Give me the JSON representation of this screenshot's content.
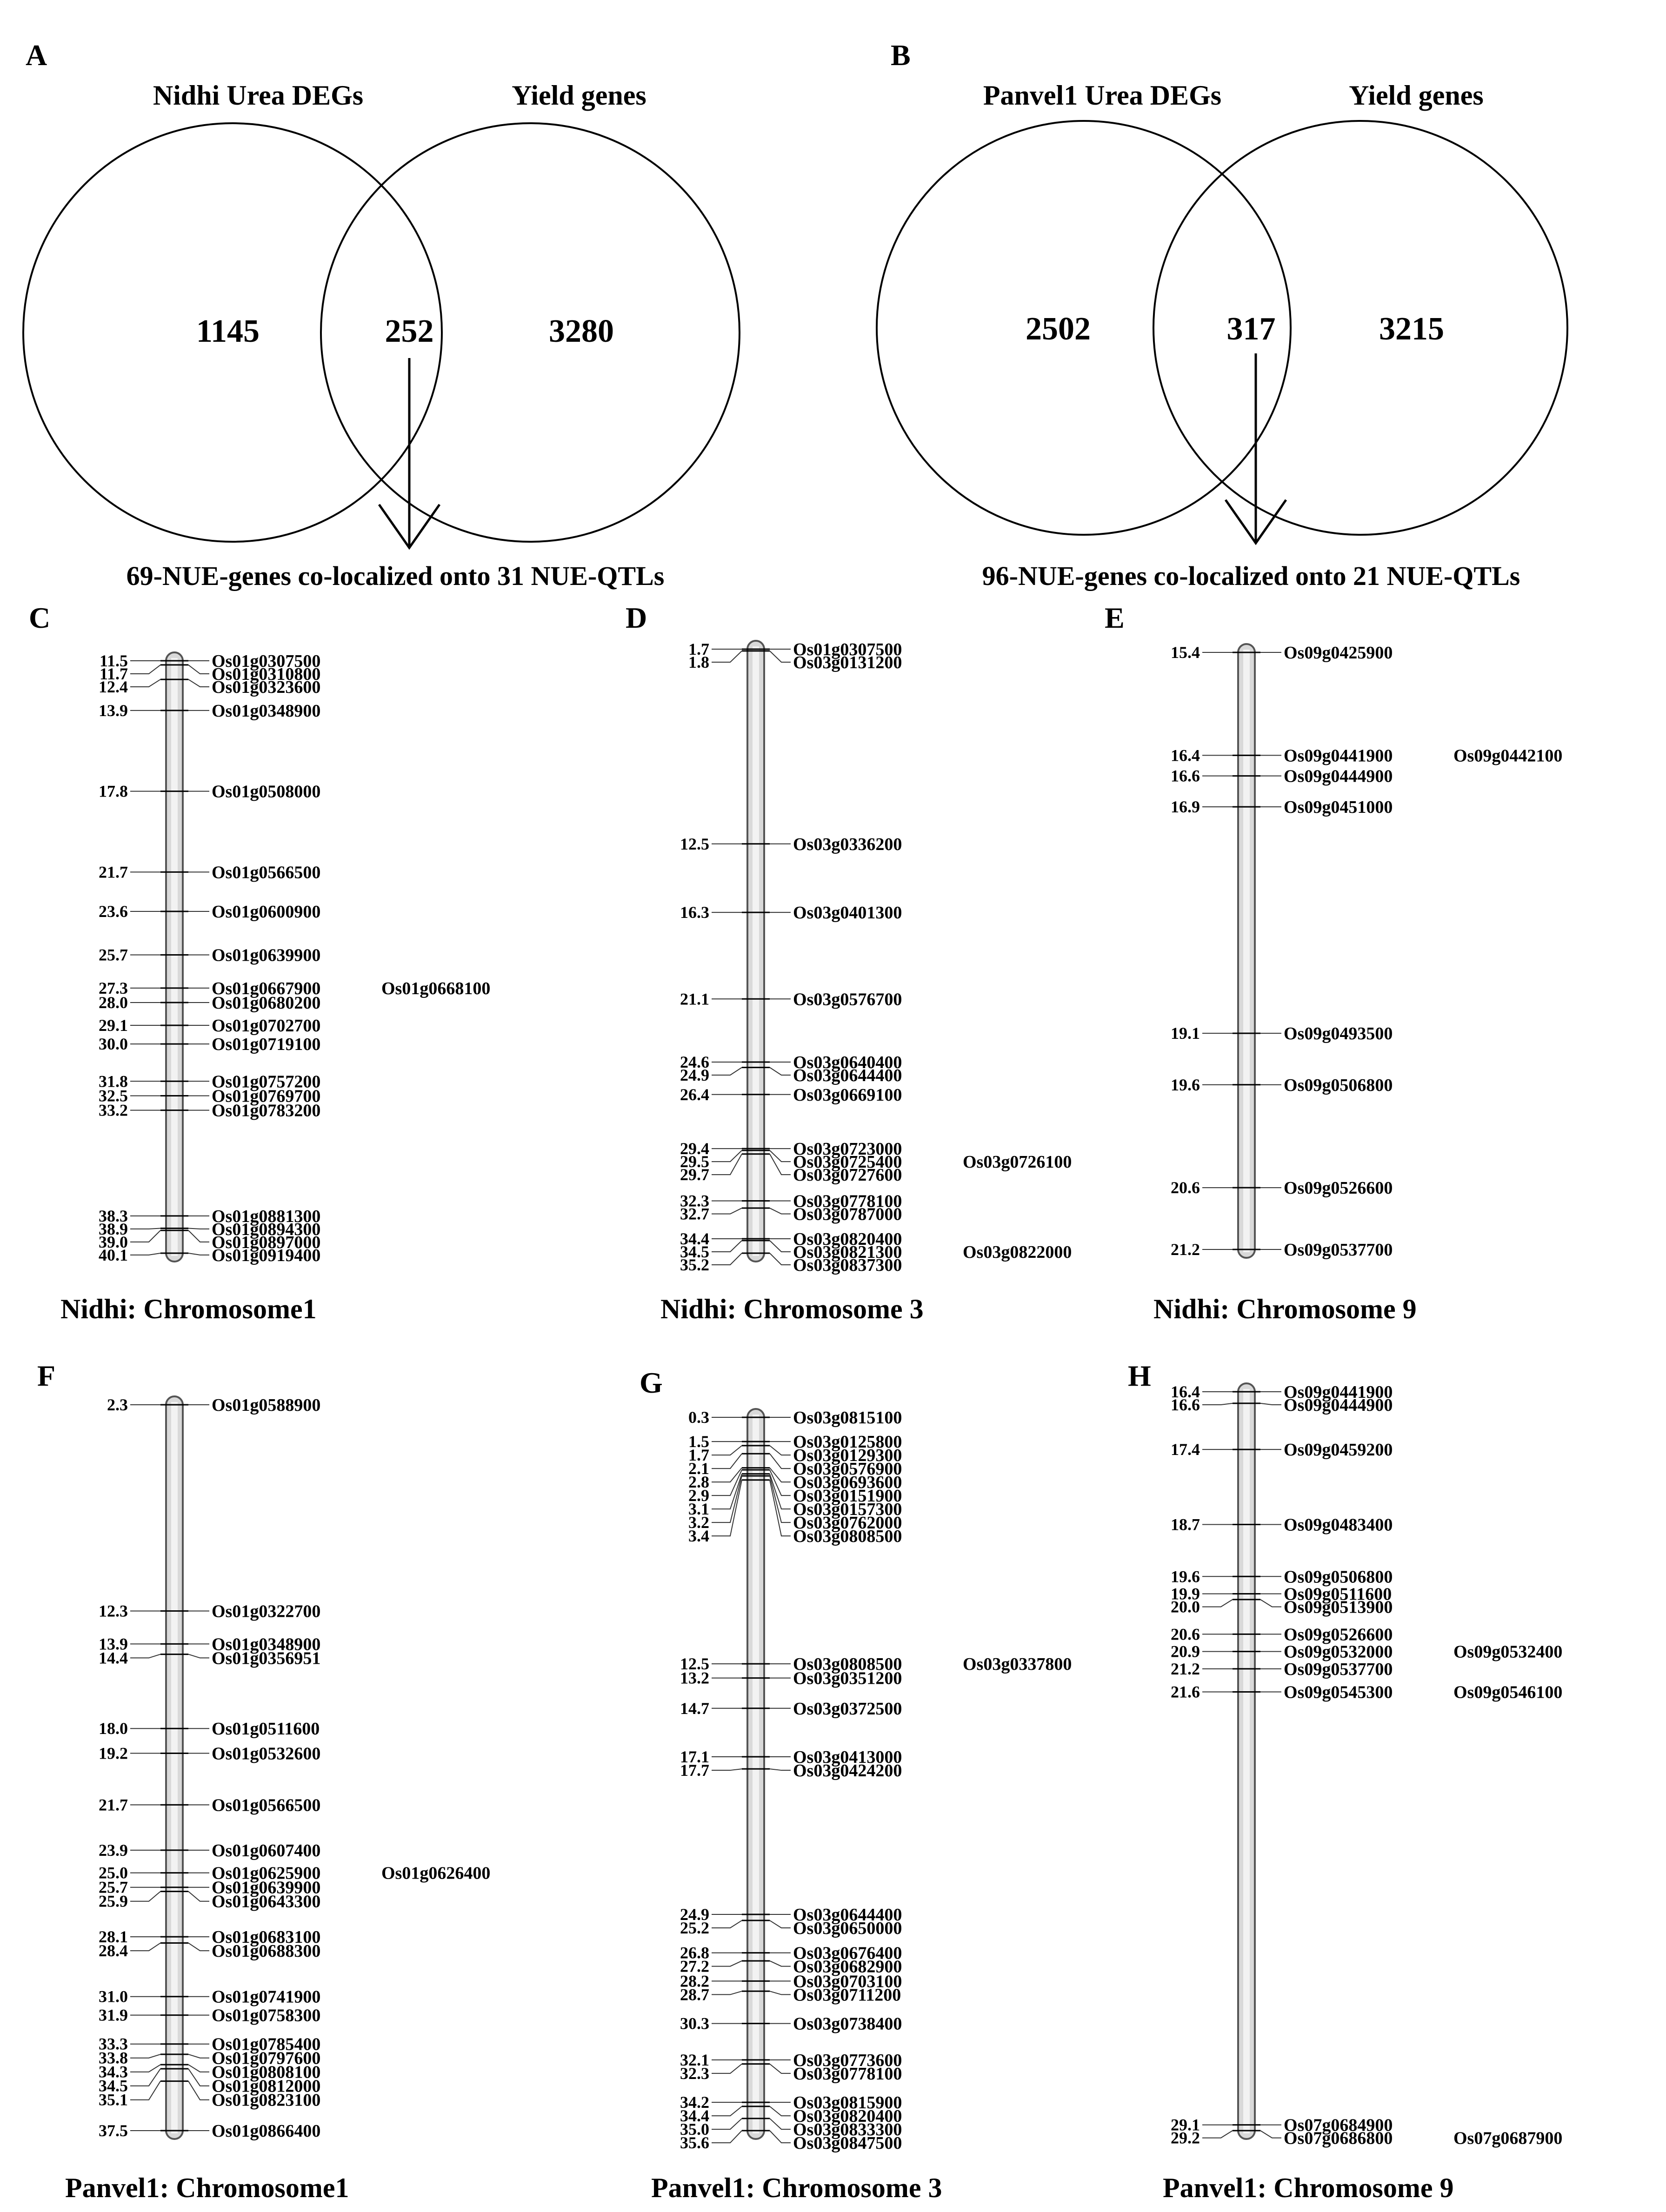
{
  "venns": [
    {
      "letter": "A",
      "left_set": "Nidhi Urea DEGs",
      "right_set": "Yield genes",
      "left_only": "1145",
      "overlap": "252",
      "right_only": "3280",
      "caption": "69-NUE-genes co-localized onto 31 NUE-QTLs"
    },
    {
      "letter": "B",
      "left_set": "Panvel1 Urea DEGs",
      "right_set": "Yield genes",
      "left_only": "2502",
      "overlap": "317",
      "right_only": "3215",
      "caption": "96-NUE-genes co-localized onto 21 NUE-QTLs"
    }
  ],
  "chromosomes": [
    {
      "letter": "C",
      "title": "Nidhi: Chromosome1",
      "markers": [
        {
          "pos": "11.5",
          "genes": [
            "Os01g0307500"
          ]
        },
        {
          "pos": "11.7",
          "genes": [
            "Os01g0310800"
          ]
        },
        {
          "pos": "12.4",
          "genes": [
            "Os01g0323600"
          ]
        },
        {
          "pos": "13.9",
          "genes": [
            "Os01g0348900"
          ]
        },
        {
          "pos": "17.8",
          "genes": [
            "Os01g0508000"
          ]
        },
        {
          "pos": "21.7",
          "genes": [
            "Os01g0566500"
          ]
        },
        {
          "pos": "23.6",
          "genes": [
            "Os01g0600900"
          ]
        },
        {
          "pos": "25.7",
          "genes": [
            "Os01g0639900"
          ]
        },
        {
          "pos": "27.3",
          "genes": [
            "Os01g0667900",
            "Os01g0668100"
          ]
        },
        {
          "pos": "28.0",
          "genes": [
            "Os01g0680200"
          ]
        },
        {
          "pos": "29.1",
          "genes": [
            "Os01g0702700"
          ]
        },
        {
          "pos": "30.0",
          "genes": [
            "Os01g0719100"
          ]
        },
        {
          "pos": "31.8",
          "genes": [
            "Os01g0757200"
          ]
        },
        {
          "pos": "32.5",
          "genes": [
            "Os01g0769700"
          ]
        },
        {
          "pos": "33.2",
          "genes": [
            "Os01g0783200"
          ]
        },
        {
          "pos": "38.3",
          "genes": [
            "Os01g0881300"
          ]
        },
        {
          "pos": "38.9",
          "genes": [
            "Os01g0894300"
          ]
        },
        {
          "pos": "39.0",
          "genes": [
            "Os01g0897000"
          ]
        },
        {
          "pos": "40.1",
          "genes": [
            "Os01g0919400"
          ]
        }
      ]
    },
    {
      "letter": "D",
      "title": "Nidhi: Chromosome 3",
      "markers": [
        {
          "pos": "1.7",
          "genes": [
            "Os01g0307500"
          ]
        },
        {
          "pos": "1.8",
          "genes": [
            "Os03g0131200"
          ]
        },
        {
          "pos": "12.5",
          "genes": [
            "Os03g0336200"
          ]
        },
        {
          "pos": "16.3",
          "genes": [
            "Os03g0401300"
          ]
        },
        {
          "pos": "21.1",
          "genes": [
            "Os03g0576700"
          ]
        },
        {
          "pos": "24.6",
          "genes": [
            "Os03g0640400"
          ]
        },
        {
          "pos": "24.9",
          "genes": [
            "Os03g0644400"
          ]
        },
        {
          "pos": "26.4",
          "genes": [
            "Os03g0669100"
          ]
        },
        {
          "pos": "29.4",
          "genes": [
            "Os03g0723000"
          ]
        },
        {
          "pos": "29.5",
          "genes": [
            "Os03g0725400",
            "Os03g0726100"
          ]
        },
        {
          "pos": "29.7",
          "genes": [
            "Os03g0727600"
          ]
        },
        {
          "pos": "32.3",
          "genes": [
            "Os03g0778100"
          ]
        },
        {
          "pos": "32.7",
          "genes": [
            "Os03g0787000"
          ]
        },
        {
          "pos": "34.4",
          "genes": [
            "Os03g0820400"
          ]
        },
        {
          "pos": "34.5",
          "genes": [
            "Os03g0821300",
            "Os03g0822000"
          ]
        },
        {
          "pos": "35.2",
          "genes": [
            "Os03g0837300"
          ]
        }
      ]
    },
    {
      "letter": "E",
      "title": "Nidhi: Chromosome 9",
      "markers": [
        {
          "pos": "15.4",
          "genes": [
            "Os09g0425900"
          ]
        },
        {
          "pos": "16.4",
          "genes": [
            "Os09g0441900",
            "Os09g0442100"
          ]
        },
        {
          "pos": "16.6",
          "genes": [
            "Os09g0444900"
          ]
        },
        {
          "pos": "16.9",
          "genes": [
            "Os09g0451000"
          ]
        },
        {
          "pos": "19.1",
          "genes": [
            "Os09g0493500"
          ]
        },
        {
          "pos": "19.6",
          "genes": [
            "Os09g0506800"
          ]
        },
        {
          "pos": "20.6",
          "genes": [
            "Os09g0526600"
          ]
        },
        {
          "pos": "21.2",
          "genes": [
            "Os09g0537700"
          ]
        }
      ]
    },
    {
      "letter": "F",
      "title": "Panvel1: Chromosome1",
      "markers": [
        {
          "pos": "2.3",
          "genes": [
            "Os01g0588900"
          ]
        },
        {
          "pos": "12.3",
          "genes": [
            "Os01g0322700"
          ]
        },
        {
          "pos": "13.9",
          "genes": [
            "Os01g0348900"
          ]
        },
        {
          "pos": "14.4",
          "genes": [
            "Os01g0356951"
          ]
        },
        {
          "pos": "18.0",
          "genes": [
            "Os01g0511600"
          ]
        },
        {
          "pos": "19.2",
          "genes": [
            "Os01g0532600"
          ]
        },
        {
          "pos": "21.7",
          "genes": [
            "Os01g0566500"
          ]
        },
        {
          "pos": "23.9",
          "genes": [
            "Os01g0607400"
          ]
        },
        {
          "pos": "25.0",
          "genes": [
            "Os01g0625900",
            "Os01g0626400"
          ]
        },
        {
          "pos": "25.7",
          "genes": [
            "Os01g0639900"
          ]
        },
        {
          "pos": "25.9",
          "genes": [
            "Os01g0643300"
          ]
        },
        {
          "pos": "28.1",
          "genes": [
            "Os01g0683100"
          ]
        },
        {
          "pos": "28.4",
          "genes": [
            "Os01g0688300"
          ]
        },
        {
          "pos": "31.0",
          "genes": [
            "Os01g0741900"
          ]
        },
        {
          "pos": "31.9",
          "genes": [
            "Os01g0758300"
          ]
        },
        {
          "pos": "33.3",
          "genes": [
            "Os01g0785400"
          ]
        },
        {
          "pos": "33.8",
          "genes": [
            "Os01g0797600"
          ]
        },
        {
          "pos": "34.3",
          "genes": [
            "Os01g0808100"
          ]
        },
        {
          "pos": "34.5",
          "genes": [
            "Os01g0812000"
          ]
        },
        {
          "pos": "35.1",
          "genes": [
            "Os01g0823100"
          ]
        },
        {
          "pos": "37.5",
          "genes": [
            "Os01g0866400"
          ]
        }
      ]
    },
    {
      "letter": "G",
      "title": "Panvel1: Chromosome 3",
      "markers": [
        {
          "pos": "0.3",
          "genes": [
            "Os03g0815100"
          ]
        },
        {
          "pos": "1.5",
          "genes": [
            "Os03g0125800"
          ]
        },
        {
          "pos": "1.7",
          "genes": [
            "Os03g0129300"
          ]
        },
        {
          "pos": "2.1",
          "genes": [
            "Os03g0576900"
          ]
        },
        {
          "pos": "2.8",
          "genes": [
            "Os03g0693600"
          ]
        },
        {
          "pos": "2.9",
          "genes": [
            "Os03g0151900"
          ]
        },
        {
          "pos": "3.1",
          "genes": [
            "Os03g0157300"
          ]
        },
        {
          "pos": "3.2",
          "genes": [
            "Os03g0762000"
          ]
        },
        {
          "pos": "3.4",
          "genes": [
            "Os03g0808500"
          ]
        },
        {
          "pos": "12.5",
          "genes": [
            "Os03g0808500",
            "Os03g0337800"
          ]
        },
        {
          "pos": "13.2",
          "genes": [
            "Os03g0351200"
          ]
        },
        {
          "pos": "14.7",
          "genes": [
            "Os03g0372500"
          ]
        },
        {
          "pos": "17.1",
          "genes": [
            "Os03g0413000"
          ]
        },
        {
          "pos": "17.7",
          "genes": [
            "Os03g0424200"
          ]
        },
        {
          "pos": "24.9",
          "genes": [
            "Os03g0644400"
          ]
        },
        {
          "pos": "25.2",
          "genes": [
            "Os03g0650000"
          ]
        },
        {
          "pos": "26.8",
          "genes": [
            "Os03g0676400"
          ]
        },
        {
          "pos": "27.2",
          "genes": [
            "Os03g0682900"
          ]
        },
        {
          "pos": "28.2",
          "genes": [
            "Os03g0703100"
          ]
        },
        {
          "pos": "28.7",
          "genes": [
            "Os03g0711200"
          ]
        },
        {
          "pos": "30.3",
          "genes": [
            "Os03g0738400"
          ]
        },
        {
          "pos": "32.1",
          "genes": [
            "Os03g0773600"
          ]
        },
        {
          "pos": "32.3",
          "genes": [
            "Os03g0778100"
          ]
        },
        {
          "pos": "34.2",
          "genes": [
            "Os03g0815900"
          ]
        },
        {
          "pos": "34.4",
          "genes": [
            "Os03g0820400"
          ]
        },
        {
          "pos": "35.0",
          "genes": [
            "Os03g0833300"
          ]
        },
        {
          "pos": "35.6",
          "genes": [
            "Os03g0847500"
          ]
        }
      ]
    },
    {
      "letter": "H",
      "title": "Panvel1: Chromosome 9",
      "markers": [
        {
          "pos": "16.4",
          "genes": [
            "Os09g0441900"
          ]
        },
        {
          "pos": "16.6",
          "genes": [
            "Os09g0444900"
          ]
        },
        {
          "pos": "17.4",
          "genes": [
            "Os09g0459200"
          ]
        },
        {
          "pos": "18.7",
          "genes": [
            "Os09g0483400"
          ]
        },
        {
          "pos": "19.6",
          "genes": [
            "Os09g0506800"
          ]
        },
        {
          "pos": "19.9",
          "genes": [
            "Os09g0511600"
          ]
        },
        {
          "pos": "20.0",
          "genes": [
            "Os09g0513900"
          ]
        },
        {
          "pos": "20.6",
          "genes": [
            "Os09g0526600"
          ]
        },
        {
          "pos": "20.9",
          "genes": [
            "Os09g0532000",
            "Os09g0532400"
          ]
        },
        {
          "pos": "21.2",
          "genes": [
            "Os09g0537700"
          ]
        },
        {
          "pos": "21.6",
          "genes": [
            "Os09g0545300",
            "Os09g0546100"
          ]
        },
        {
          "pos": "29.1",
          "genes": [
            "Os07g0684900"
          ]
        },
        {
          "pos": "29.2",
          "genes": [
            "Os07g0686800",
            "Os07g0687900"
          ]
        }
      ]
    }
  ]
}
